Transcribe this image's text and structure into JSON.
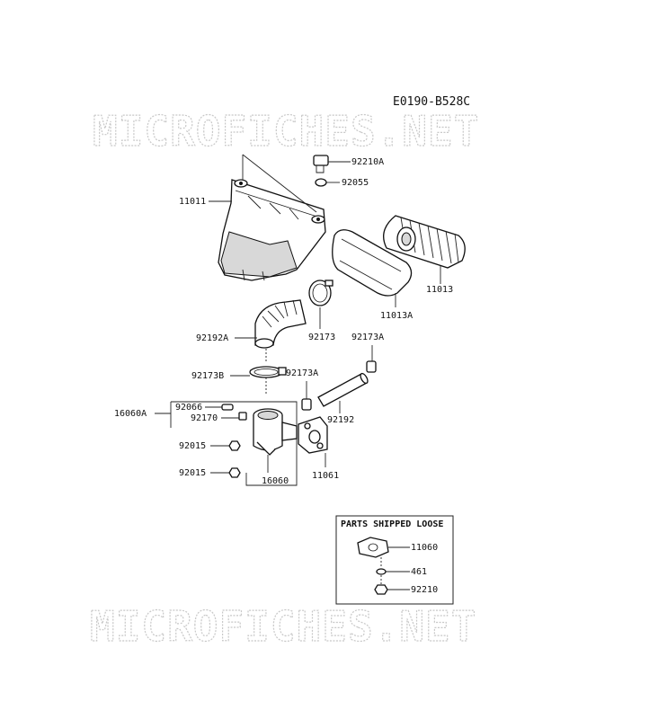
{
  "diagram_code": "E0190-B528C",
  "watermark": "MICROFICHES.NET",
  "callouts": {
    "p92210A": "92210A",
    "p92055": "92055",
    "p11011": "11011",
    "p11013": "11013",
    "p11013A": "11013A",
    "p92192A": "92192A",
    "p92173": "92173",
    "p92173A_top": "92173A",
    "p92173B": "92173B",
    "p92173A_mid": "92173A",
    "p92066": "92066",
    "p16060A": "16060A",
    "p92170": "92170",
    "p92192": "92192",
    "p92015_a": "92015",
    "p92015_b": "92015",
    "p11061": "11061",
    "p16060": "16060"
  },
  "loose_box": {
    "title": "PARTS SHIPPED LOOSE",
    "items": [
      "11060",
      "461",
      "92210"
    ]
  }
}
